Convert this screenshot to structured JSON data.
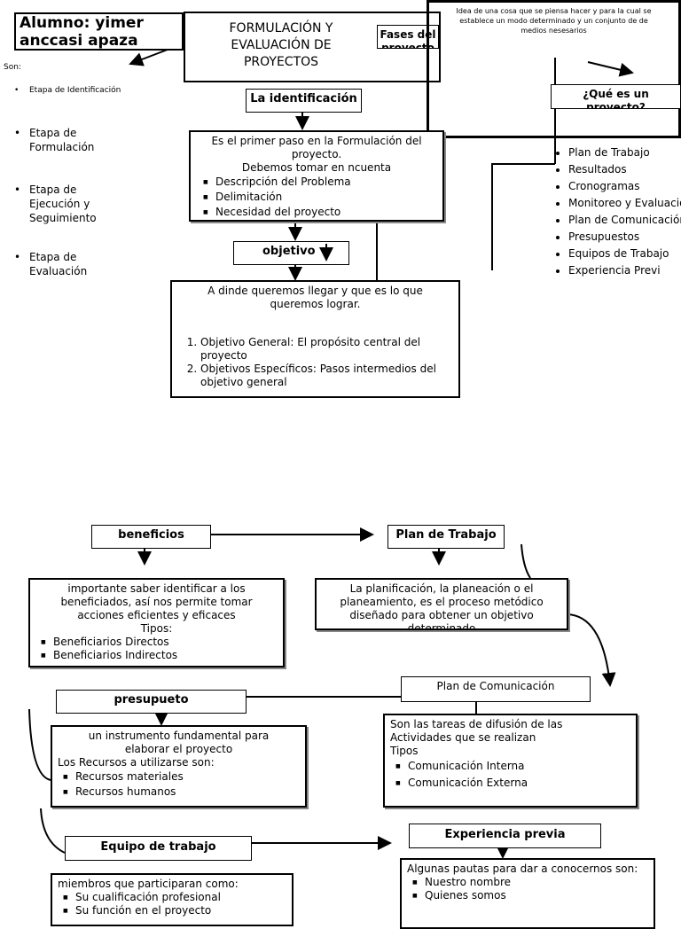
{
  "student": "Alumno: yimer anccasi apaza",
  "title": "FORMULACIÓN Y EVALUACIÓN DE PROYECTOS",
  "fases_label": "Fases del proyecto",
  "project_definition": "Idea de una cosa que se piensa hacer y para la cual se establece un modo determinado y un conjunto de de medios nesesarios",
  "que_es_label": "¿Qué es un proyecto?",
  "son_label": "Son:",
  "stages": [
    "Etapa de Identificación",
    "Etapa de Formulación",
    "Etapa de Ejecución y Seguimiento",
    "Etapa de Evaluación"
  ],
  "identificacion": {
    "label": "La identificación",
    "line1": "Es el primer paso en la Formulación del proyecto.",
    "line2": "Debemos tomar en ncuenta",
    "items": [
      "Descripción del Problema",
      "Delimitación",
      "Necesidad del proyecto"
    ]
  },
  "objetivo": {
    "label": "objetivo",
    "intro": "A dinde queremos llegar y que es lo que queremos lograr.",
    "items": [
      "Objetivo General: El propósito central del proyecto",
      "Objetivos Específicos: Pasos intermedios del objetivo general"
    ]
  },
  "components": [
    "Plan de Trabajo",
    "Resultados",
    "Cronogramas",
    "Monitoreo y Evaluación",
    "Plan de Comunicación",
    "Presupuestos",
    "Equipos de Trabajo",
    "Experiencia Previ"
  ],
  "beneficios": {
    "label": "beneficios",
    "text": "importante saber identificar a los beneficiados, así nos permite tomar acciones eficientes y eficaces",
    "tipos": "Tipos:",
    "items": [
      "Beneficiarios Directos",
      "Beneficiarios Indirectos"
    ]
  },
  "plan_trabajo": {
    "label": "Plan de Trabajo",
    "text": "La planificación, la planeación o el planeamiento, es el proceso metódico diseñado para obtener un objetivo determinado"
  },
  "plan_comunicacion": {
    "label": "Plan de Comunicación",
    "text1": "Son las tareas de difusión de las Actividades que se realizan",
    "tipos": "Tipos",
    "items": [
      "Comunicación Interna",
      "Comunicación Externa"
    ]
  },
  "presupuesto": {
    "label": "presupueto",
    "text": "un instrumento fundamental para elaborar el proyecto",
    "recursos": "Los Recursos a utilizarse son:",
    "items": [
      "Recursos materiales",
      "Recursos humanos"
    ]
  },
  "equipo": {
    "label": "Equipo de trabajo",
    "text": "miembros que participaran como:",
    "items": [
      "Su cualificación profesional",
      "Su función en el proyecto"
    ]
  },
  "experiencia": {
    "label": "Experiencia previa",
    "text": "Algunas pautas para dar a conocernos son:",
    "items": [
      "Nuestro nombre",
      "Quienes somos"
    ]
  }
}
